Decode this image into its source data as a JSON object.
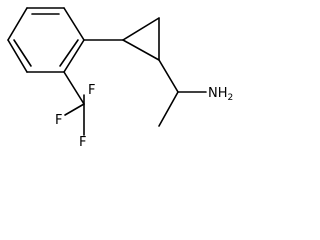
{
  "molecule": {
    "atoms": {
      "fluorine_top": "F",
      "fluorine_left": "F",
      "fluorine_bottom": "F",
      "amine_n": "NH",
      "amine_sub": "2"
    },
    "colors": {
      "bond": "#000000",
      "text": "#000000",
      "background": "#ffffff"
    }
  }
}
